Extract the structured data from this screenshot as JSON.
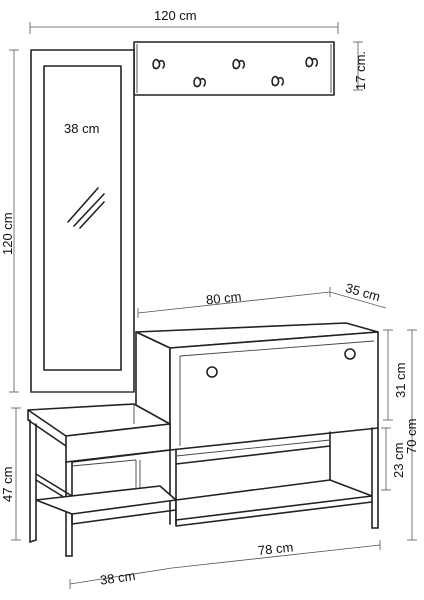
{
  "labels": {
    "top_width": "120 cm",
    "hook_rack_height": "17 cm.",
    "mirror_width": "38 cm",
    "left_height": "120 cm",
    "cabinet_width": "80 cm",
    "cabinet_depth": "35 cm",
    "door_height": "31 cm",
    "shelf_height": "23 cm",
    "right_height": "70 cm",
    "bench_height": "47 cm",
    "bench_width": "38 cm",
    "base_width": "78 cm"
  },
  "colors": {
    "line": "#222222",
    "dimension": "#555555",
    "background": "#ffffff"
  },
  "icons": [
    "coat-hook-icon",
    "knob-icon",
    "mirror-reflection-icon"
  ]
}
